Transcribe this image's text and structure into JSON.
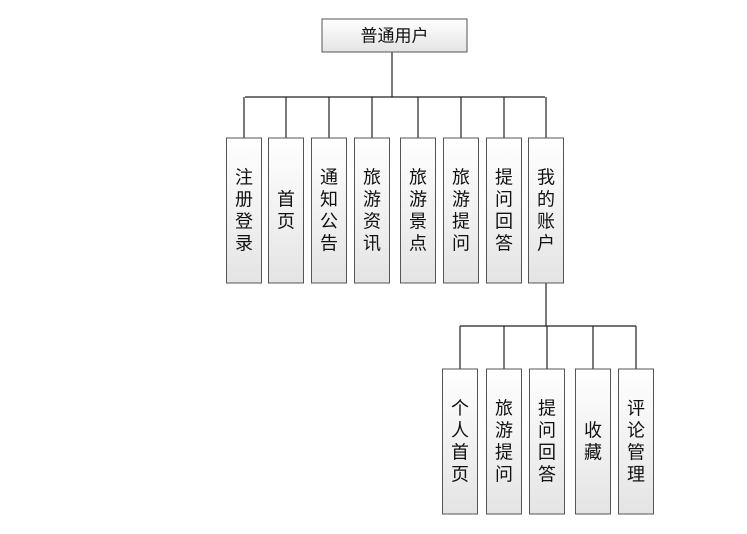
{
  "root": {
    "label": "普通用户"
  },
  "level1": [
    {
      "label": "注册登录"
    },
    {
      "label": "首页"
    },
    {
      "label": "通知公告"
    },
    {
      "label": "旅游资讯"
    },
    {
      "label": "旅游景点"
    },
    {
      "label": "旅游提问"
    },
    {
      "label": "提问回答"
    },
    {
      "label": "我的账户"
    }
  ],
  "level2": [
    {
      "label": "个人首页"
    },
    {
      "label": "旅游提问"
    },
    {
      "label": "提问回答"
    },
    {
      "label": "收藏"
    },
    {
      "label": "评论管理"
    }
  ]
}
